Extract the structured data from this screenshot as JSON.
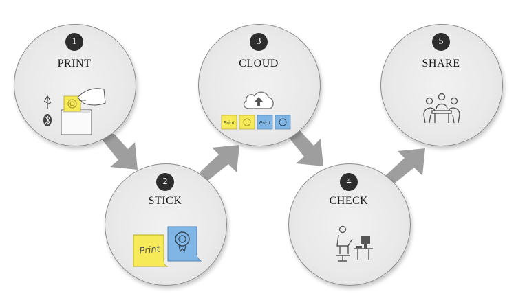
{
  "steps": [
    {
      "number": "1",
      "label": "PRINT",
      "icon": "printer-with-hand-icon"
    },
    {
      "number": "2",
      "label": "STICK",
      "icon": "sticky-notes-icon"
    },
    {
      "number": "3",
      "label": "CLOUD",
      "icon": "cloud-upload-icon"
    },
    {
      "number": "4",
      "label": "CHECK",
      "icon": "person-at-computer-icon"
    },
    {
      "number": "5",
      "label": "SHARE",
      "icon": "team-meeting-icon"
    }
  ],
  "sticky_note_text": "Print",
  "colors": {
    "circle_fill": "#ececec",
    "circle_border": "#8a8a8a",
    "badge": "#2d2d2d",
    "arrow": "#9e9e9e",
    "note_yellow": "#f7ea59",
    "note_blue": "#7fb6e6"
  }
}
